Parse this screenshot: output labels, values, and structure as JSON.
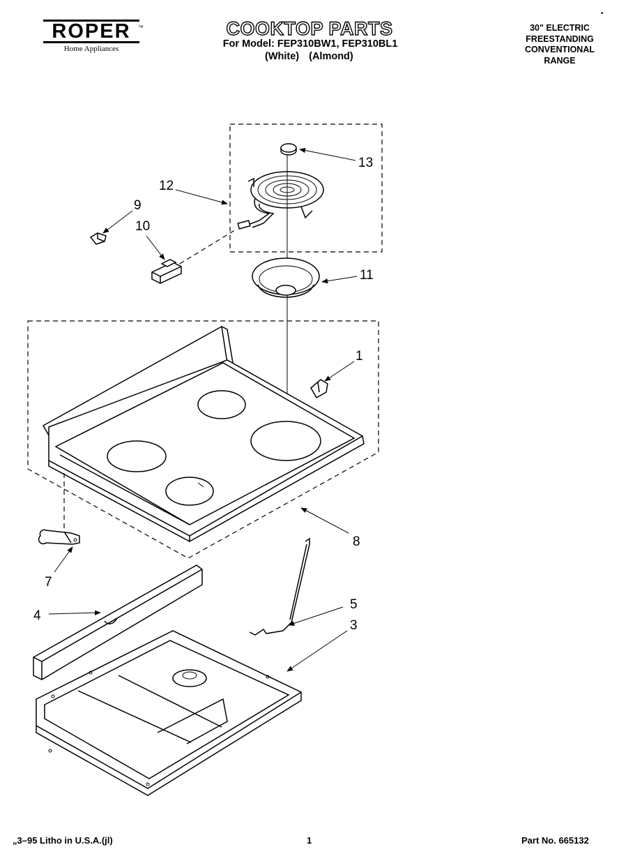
{
  "header": {
    "brand": "ROPER",
    "brand_tm": "™",
    "brand_sub": "Home Appliances",
    "title": "COOKTOP PARTS",
    "model_line": "For Model: FEP310BW1, FEP310BL1",
    "colors": [
      "(White)",
      "(Almond)"
    ],
    "range_desc": [
      "30\" ELECTRIC",
      "FREESTANDING",
      "CONVENTIONAL",
      "RANGE"
    ],
    "corner_mark": "•"
  },
  "callouts": {
    "c1": "1",
    "c3": "3",
    "c4": "4",
    "c5": "5",
    "c7": "7",
    "c8": "8",
    "c9": "9",
    "c10": "10",
    "c11": "11",
    "c12": "12",
    "c13": "13"
  },
  "footer": {
    "litho": "„3–95 Litho in U.S.A.(jl)",
    "page": "1",
    "part_no": "Part No. 665132"
  }
}
